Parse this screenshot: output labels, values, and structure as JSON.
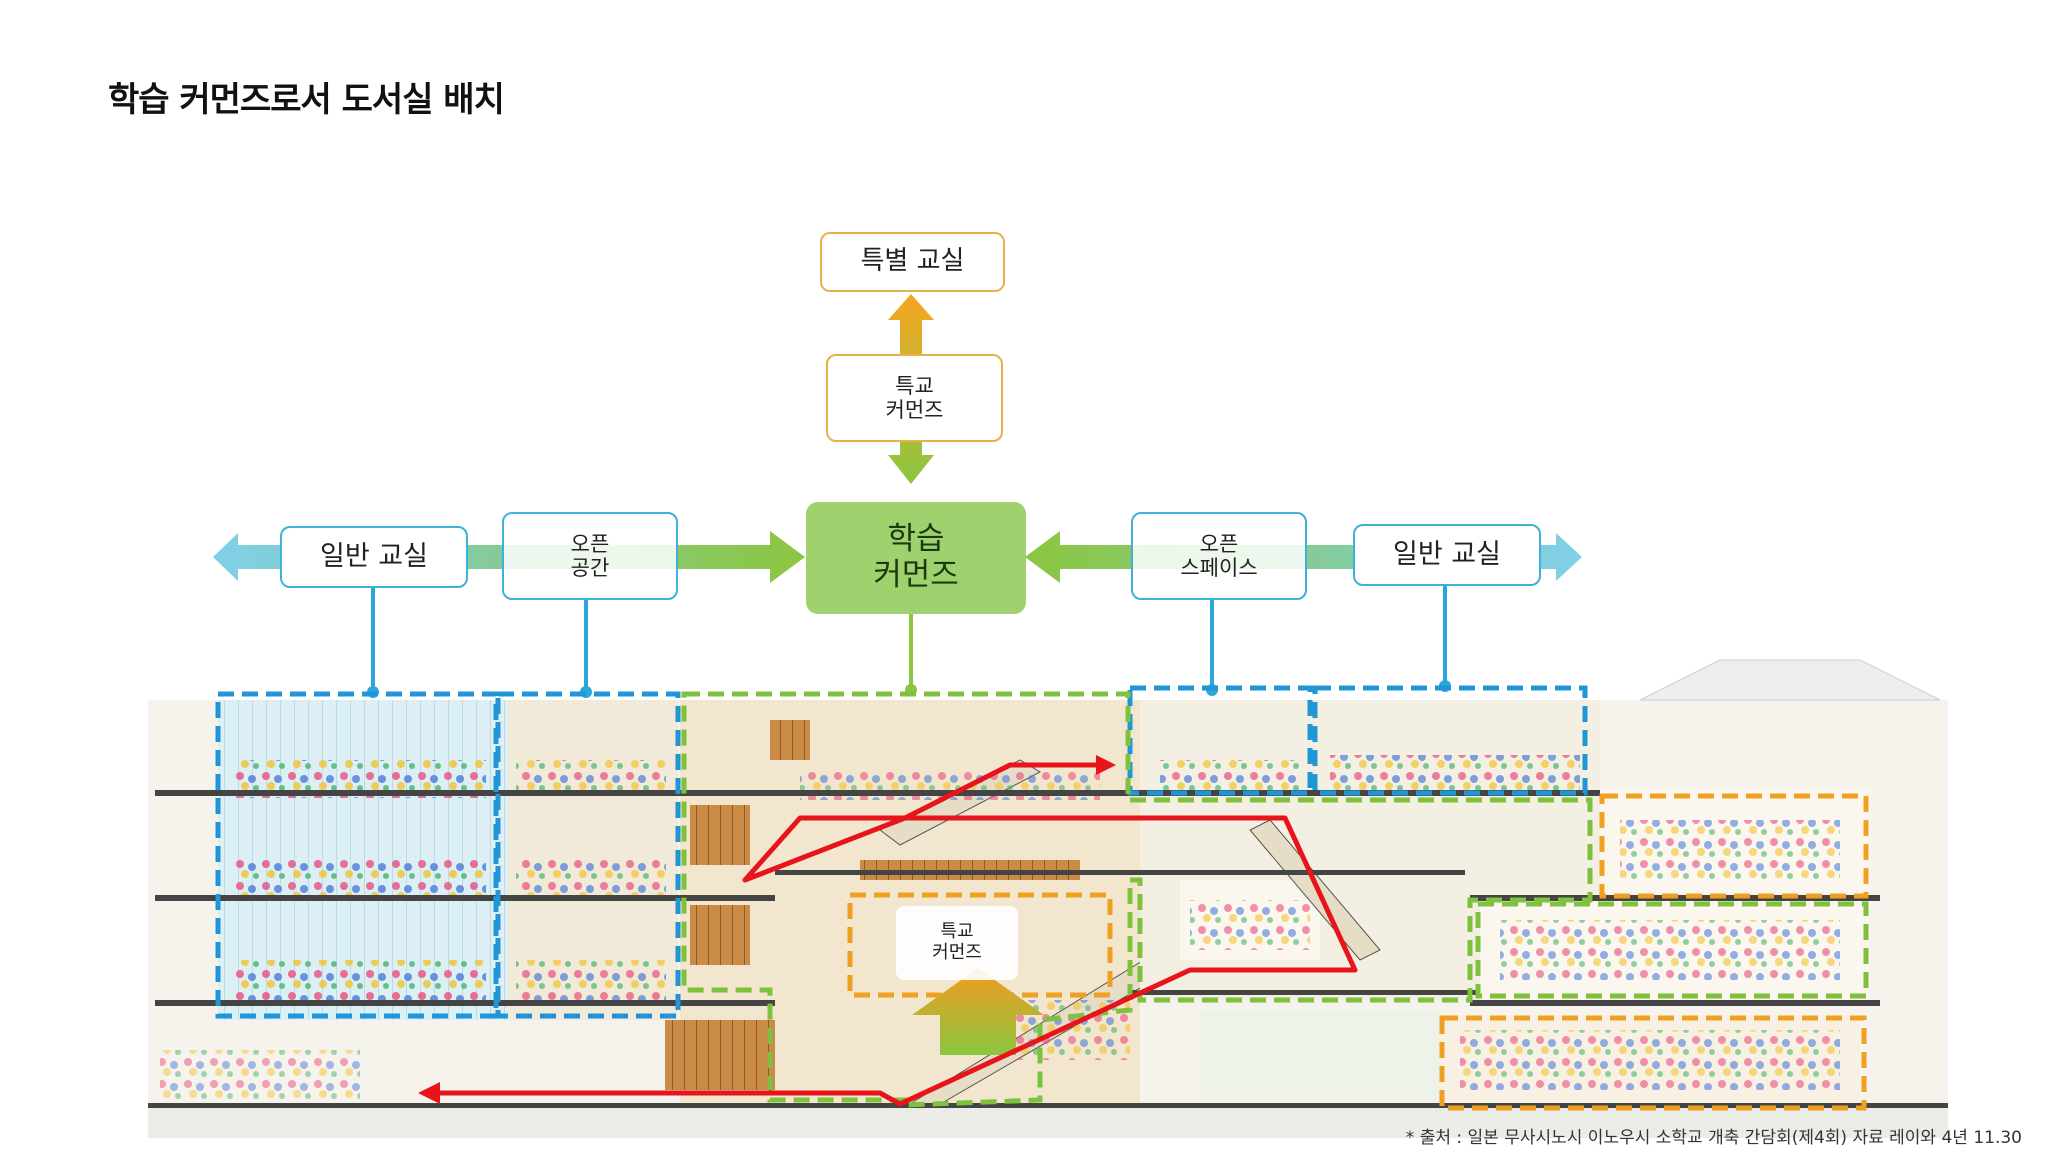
{
  "title": "학습 커먼즈로서 도서실 배치",
  "boxes": {
    "special_classroom": "특별 교실",
    "special_commons": "특교\n커먼즈",
    "learning_commons": "학습\n커먼즈",
    "general_classroom_left": "일반 교실",
    "open_space_left": "오픈\n공간",
    "open_space_right": "오픈\n스페이스",
    "general_classroom_right": "일반 교실",
    "special_commons_inner": "특교\n커먼즈"
  },
  "source_note": "* 출처 : 일본 무사시노시 이노우시 소학교 개축 간담회(제4회) 자료 레이와 4년 11.30",
  "colors": {
    "blue": "#3db1da",
    "green": "#8cc63f",
    "orange": "#f0a020",
    "red": "#e8141b",
    "learning_commons_fill": "#9fd26e"
  }
}
